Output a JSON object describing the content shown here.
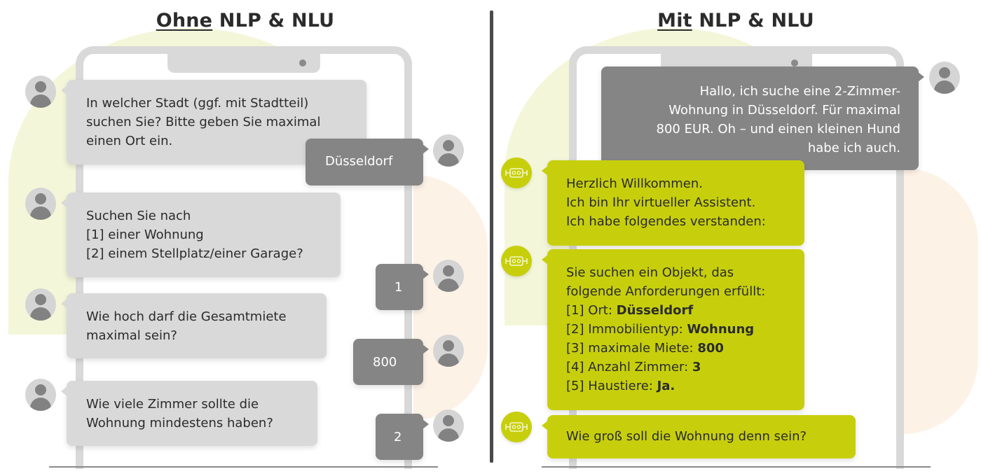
{
  "colors": {
    "accent_green": "#c7cf0c",
    "user_bubble": "#868585",
    "bot_bubble_gray": "#d9d9d9",
    "background_yellow": "#f4f6d9",
    "background_peach": "#fdf2e6",
    "divider": "#4a4a4a"
  },
  "left": {
    "title_underlined": "Ohne",
    "title_rest": " NLP & NLU",
    "messages": [
      {
        "role": "bot",
        "icon": "user-avatar-icon",
        "lines": [
          "In welcher Stadt (ggf. mit Stadtteil)",
          "suchen Sie? Bitte geben Sie maximal",
          "einen Ort ein."
        ]
      },
      {
        "role": "user",
        "icon": "user-avatar-icon",
        "text": "Düsseldorf"
      },
      {
        "role": "bot",
        "icon": "user-avatar-icon",
        "lines": [
          "Suchen Sie nach",
          "[1] einer Wohnung",
          "[2] einem Stellplatz/einer Garage?"
        ]
      },
      {
        "role": "user",
        "icon": "user-avatar-icon",
        "text": "1"
      },
      {
        "role": "bot",
        "icon": "user-avatar-icon",
        "lines": [
          "Wie hoch darf die Gesamtmiete",
          "maximal sein?"
        ]
      },
      {
        "role": "user",
        "icon": "user-avatar-icon",
        "text": "800"
      },
      {
        "role": "bot",
        "icon": "user-avatar-icon",
        "lines": [
          "Wie viele Zimmer sollte die",
          "Wohnung mindestens haben?"
        ]
      },
      {
        "role": "user",
        "icon": "user-avatar-icon",
        "text": "2"
      }
    ]
  },
  "right": {
    "title_underlined": "Mit",
    "title_rest": " NLP & NLU",
    "messages": [
      {
        "role": "user",
        "icon": "user-avatar-icon",
        "lines": [
          "Hallo, ich suche eine 2-Zimmer-",
          "Wohnung in Düsseldorf. Für maximal",
          "800 EUR. Oh – und einen kleinen Hund",
          "habe ich auch."
        ]
      },
      {
        "role": "bot",
        "icon": "robot-icon",
        "lines": [
          "Herzlich Willkommen.",
          "Ich bin Ihr virtueller Assistent.",
          "Ich habe folgendes verstanden:"
        ]
      },
      {
        "role": "bot",
        "icon": "robot-icon",
        "intro": [
          "Sie suchen ein Objekt, das",
          "folgende Anforderungen erfüllt:"
        ],
        "requirements": [
          {
            "label": "[1] Ort: ",
            "value": "Düsseldorf"
          },
          {
            "label": "[2] Immobilientyp: ",
            "value": "Wohnung"
          },
          {
            "label": "[3] maximale Miete: ",
            "value": "800"
          },
          {
            "label": "[4] Anzahl Zimmer: ",
            "value": "3"
          },
          {
            "label": "[5] Haustiere: ",
            "value": "Ja."
          }
        ]
      },
      {
        "role": "bot",
        "icon": "robot-icon",
        "lines": [
          "Wie groß soll die Wohnung denn sein?"
        ]
      }
    ]
  }
}
